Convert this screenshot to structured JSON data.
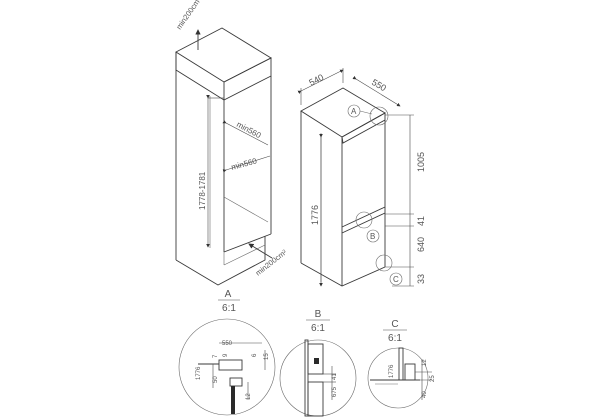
{
  "niche_view": {
    "top_vent": "min200cm²",
    "height_range": "1778-1781",
    "depth_upper": "min560",
    "depth_lower": "min560",
    "bottom_vent": "min200cm²"
  },
  "appliance_view": {
    "width": "540",
    "depth": "550",
    "total_height": "1776",
    "upper_door": "1005",
    "gap": "41",
    "lower_door": "640",
    "bottom_offset": "33",
    "callouts": [
      "A",
      "B",
      "C"
    ]
  },
  "detail_a": {
    "title": "A",
    "scale": "6:1",
    "dims": {
      "width": "550",
      "d7": "7",
      "d9": "9",
      "d6": "6",
      "d15": "15",
      "height": "1776",
      "d50": "50",
      "d12": "12"
    }
  },
  "detail_b": {
    "title": "B",
    "scale": "6:1",
    "dims": {
      "gap": "41",
      "door": "675"
    }
  },
  "detail_c": {
    "title": "C",
    "scale": "6:1",
    "dims": {
      "height": "1776",
      "d12": "12",
      "d25": "25",
      "d40": "40"
    }
  }
}
